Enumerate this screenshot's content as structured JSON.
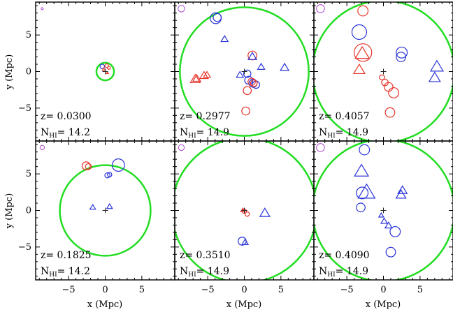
{
  "chart_data": {
    "type": "scatter",
    "layout": {
      "rows": 2,
      "cols": 3
    },
    "xlim": [
      -9.5,
      9.5
    ],
    "ylim": [
      -9.5,
      9.5
    ],
    "xticks": [
      -5,
      0,
      5
    ],
    "yticks": [
      -5,
      0,
      5
    ],
    "tick_labels": {
      "x": [
        "−5",
        "0",
        "5"
      ],
      "y": [
        "−5",
        "0",
        "5"
      ]
    },
    "xlabel": "x (Mpc)",
    "ylabel": "y (Mpc)",
    "colors": {
      "circle_ring": "#22dd22",
      "red": "#e8352b",
      "blue": "#2b35d8",
      "magenta": "#b04ad0",
      "center": "#222222"
    },
    "panels": [
      {
        "z_label": "z= 0.0300",
        "nhi_prefix": "N",
        "nhi_sub": "HI",
        "nhi_value": "= 14.2",
        "ring_radius": 1.2,
        "ref_radius": 0.15,
        "points": [
          {
            "x": -0.4,
            "y": 0.7,
            "r": 0.3,
            "shape": "circle",
            "color": "blue"
          },
          {
            "x": 0.2,
            "y": 0.8,
            "r": 0.25,
            "shape": "circle",
            "color": "red"
          },
          {
            "x": 0.5,
            "y": 0.5,
            "r": 0.2,
            "shape": "circle",
            "color": "red"
          },
          {
            "x": -0.2,
            "y": 0.3,
            "r": 0.2,
            "shape": "triangle",
            "color": "red"
          },
          {
            "x": 0.3,
            "y": -0.2,
            "r": 0.15,
            "shape": "triangle",
            "color": "red"
          }
        ]
      },
      {
        "z_label": "z= 0.2977",
        "nhi_prefix": "N",
        "nhi_sub": "HI",
        "nhi_value": "= 14.9",
        "ring_radius": 8.8,
        "ref_radius": 0.45,
        "points": [
          {
            "x": -3.9,
            "y": 7.3,
            "r": 0.75,
            "shape": "circle",
            "color": "blue"
          },
          {
            "x": -3.7,
            "y": 7.4,
            "r": 0.55,
            "shape": "circle",
            "color": "blue"
          },
          {
            "x": -2.7,
            "y": 4.4,
            "r": 0.5,
            "shape": "triangle",
            "color": "blue"
          },
          {
            "x": 1.1,
            "y": 2.2,
            "r": 0.6,
            "shape": "circle",
            "color": "red"
          },
          {
            "x": 1.1,
            "y": 2.0,
            "r": 0.6,
            "shape": "triangle",
            "color": "blue"
          },
          {
            "x": 2.3,
            "y": 0.6,
            "r": 0.5,
            "shape": "triangle",
            "color": "blue"
          },
          {
            "x": 5.5,
            "y": 0.5,
            "r": 0.6,
            "shape": "triangle",
            "color": "blue"
          },
          {
            "x": -0.6,
            "y": -0.5,
            "r": 0.5,
            "shape": "triangle",
            "color": "blue"
          },
          {
            "x": 0.4,
            "y": -0.3,
            "r": 0.5,
            "shape": "circle",
            "color": "blue"
          },
          {
            "x": 0.6,
            "y": -1.2,
            "r": 0.55,
            "shape": "circle",
            "color": "blue"
          },
          {
            "x": 1.2,
            "y": -1.6,
            "r": 0.55,
            "shape": "circle",
            "color": "blue"
          },
          {
            "x": 1.6,
            "y": -1.8,
            "r": 0.5,
            "shape": "circle",
            "color": "blue"
          },
          {
            "x": 1.0,
            "y": -1.4,
            "r": 0.5,
            "shape": "circle",
            "color": "red"
          },
          {
            "x": 1.3,
            "y": -1.6,
            "r": 0.45,
            "shape": "circle",
            "color": "red"
          },
          {
            "x": 0.4,
            "y": -2.6,
            "r": 0.55,
            "shape": "circle",
            "color": "red"
          },
          {
            "x": 0.2,
            "y": -5.4,
            "r": 0.55,
            "shape": "circle",
            "color": "red"
          },
          {
            "x": -6.7,
            "y": -1.1,
            "r": 0.7,
            "shape": "triangle",
            "color": "red"
          },
          {
            "x": -6.5,
            "y": -1.0,
            "r": 0.55,
            "shape": "triangle",
            "color": "red"
          },
          {
            "x": -5.5,
            "y": -0.6,
            "r": 0.6,
            "shape": "triangle",
            "color": "red"
          },
          {
            "x": -5.1,
            "y": -0.5,
            "r": 0.5,
            "shape": "triangle",
            "color": "red"
          }
        ]
      },
      {
        "z_label": "z= 0.4057",
        "nhi_prefix": "N",
        "nhi_sub": "HI",
        "nhi_value": "= 14.9",
        "ring_radius": 9.7,
        "ref_radius": 0.55,
        "points": [
          {
            "x": -2.8,
            "y": 8.3,
            "r": 0.7,
            "shape": "circle",
            "color": "red"
          },
          {
            "x": -3.3,
            "y": 5.4,
            "r": 1.0,
            "shape": "circle",
            "color": "blue"
          },
          {
            "x": -2.8,
            "y": 2.6,
            "r": 1.2,
            "shape": "circle",
            "color": "red"
          },
          {
            "x": -2.9,
            "y": 2.4,
            "r": 1.0,
            "shape": "triangle",
            "color": "red"
          },
          {
            "x": -3.3,
            "y": 0.2,
            "r": 0.8,
            "shape": "triangle",
            "color": "red"
          },
          {
            "x": 2.5,
            "y": 2.6,
            "r": 0.75,
            "shape": "circle",
            "color": "blue"
          },
          {
            "x": 2.4,
            "y": 2.0,
            "r": 0.65,
            "shape": "circle",
            "color": "blue"
          },
          {
            "x": 7.3,
            "y": 0.6,
            "r": 0.9,
            "shape": "triangle",
            "color": "blue"
          },
          {
            "x": 7.0,
            "y": -0.9,
            "r": 0.8,
            "shape": "triangle",
            "color": "blue"
          },
          {
            "x": -0.2,
            "y": -0.8,
            "r": 0.35,
            "shape": "circle",
            "color": "red"
          },
          {
            "x": 0.2,
            "y": -1.5,
            "r": 0.45,
            "shape": "circle",
            "color": "red"
          },
          {
            "x": 0.7,
            "y": -2.1,
            "r": 0.6,
            "shape": "circle",
            "color": "red"
          },
          {
            "x": 1.4,
            "y": -2.9,
            "r": 0.7,
            "shape": "circle",
            "color": "red"
          },
          {
            "x": 0.9,
            "y": -5.6,
            "r": 0.65,
            "shape": "circle",
            "color": "red"
          }
        ]
      },
      {
        "z_label": "z= 0.1825",
        "nhi_prefix": "N",
        "nhi_sub": "HI",
        "nhi_value": "= 14.2",
        "ring_radius": 6.2,
        "ref_radius": 0.3,
        "points": [
          {
            "x": -2.6,
            "y": 6.1,
            "r": 0.55,
            "shape": "circle",
            "color": "red"
          },
          {
            "x": -2.3,
            "y": 6.0,
            "r": 0.4,
            "shape": "circle",
            "color": "red"
          },
          {
            "x": 1.8,
            "y": 6.2,
            "r": 0.85,
            "shape": "circle",
            "color": "blue"
          },
          {
            "x": 0.3,
            "y": 4.8,
            "r": 0.35,
            "shape": "circle",
            "color": "blue"
          },
          {
            "x": 0.6,
            "y": 4.9,
            "r": 0.3,
            "shape": "circle",
            "color": "blue"
          },
          {
            "x": -1.7,
            "y": 0.4,
            "r": 0.4,
            "shape": "triangle",
            "color": "blue"
          },
          {
            "x": 0.6,
            "y": 0.5,
            "r": 0.4,
            "shape": "triangle",
            "color": "blue"
          }
        ]
      },
      {
        "z_label": "z= 0.3510",
        "nhi_prefix": "N",
        "nhi_sub": "HI",
        "nhi_value": "= 14.9",
        "ring_radius": 9.9,
        "ref_radius": 0.4,
        "points": [
          {
            "x": 0.0,
            "y": -0.1,
            "r": 0.3,
            "shape": "circle",
            "color": "red"
          },
          {
            "x": 0.4,
            "y": -0.5,
            "r": 0.3,
            "shape": "circle",
            "color": "red"
          },
          {
            "x": -0.2,
            "y": 0.0,
            "r": 0.3,
            "shape": "triangle",
            "color": "red"
          },
          {
            "x": 2.8,
            "y": -0.4,
            "r": 0.7,
            "shape": "triangle",
            "color": "blue"
          },
          {
            "x": -0.3,
            "y": -4.2,
            "r": 0.55,
            "shape": "circle",
            "color": "blue"
          },
          {
            "x": 0.1,
            "y": -4.4,
            "r": 0.45,
            "shape": "triangle",
            "color": "blue"
          }
        ]
      },
      {
        "z_label": "z= 0.4090",
        "nhi_prefix": "N",
        "nhi_sub": "HI",
        "nhi_value": "= 14.9",
        "ring_radius": 9.7,
        "ref_radius": 0.55,
        "points": [
          {
            "x": -2.6,
            "y": 8.3,
            "r": 0.7,
            "shape": "circle",
            "color": "blue"
          },
          {
            "x": -3.0,
            "y": 5.3,
            "r": 1.0,
            "shape": "triangle",
            "color": "blue"
          },
          {
            "x": -2.3,
            "y": 2.4,
            "r": 1.2,
            "shape": "triangle",
            "color": "blue"
          },
          {
            "x": -2.9,
            "y": 2.4,
            "r": 0.8,
            "shape": "circle",
            "color": "blue"
          },
          {
            "x": -3.1,
            "y": 0.4,
            "r": 0.6,
            "shape": "circle",
            "color": "blue"
          },
          {
            "x": 2.6,
            "y": 2.7,
            "r": 0.65,
            "shape": "triangle",
            "color": "blue"
          },
          {
            "x": 2.4,
            "y": 2.1,
            "r": 0.7,
            "shape": "triangle",
            "color": "blue"
          },
          {
            "x": -0.3,
            "y": -0.7,
            "r": 0.35,
            "shape": "triangle",
            "color": "blue"
          },
          {
            "x": 0.1,
            "y": -1.5,
            "r": 0.45,
            "shape": "triangle",
            "color": "blue"
          },
          {
            "x": 0.7,
            "y": -2.1,
            "r": 0.5,
            "shape": "triangle",
            "color": "blue"
          },
          {
            "x": 1.6,
            "y": -2.9,
            "r": 0.7,
            "shape": "circle",
            "color": "blue"
          },
          {
            "x": 1.0,
            "y": -5.7,
            "r": 0.65,
            "shape": "circle",
            "color": "blue"
          }
        ]
      }
    ]
  }
}
